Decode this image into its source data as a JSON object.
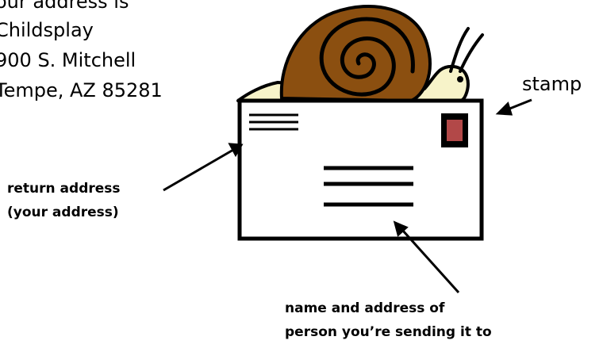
{
  "address_block": {
    "line1": "our address is",
    "line2": "Childsplay",
    "line3": "900 S. Mitchell",
    "line4": "Tempe, AZ 85281"
  },
  "labels": {
    "stamp": "stamp",
    "return_line1": "return address",
    "return_line2": "(your address)",
    "recipient_line1": "name and address of",
    "recipient_line2": "person you’re sending it to"
  },
  "colors": {
    "shell": "#8b4f10",
    "snail_body": "#f7f3c9",
    "stamp": "#b24848",
    "line": "#000000"
  }
}
